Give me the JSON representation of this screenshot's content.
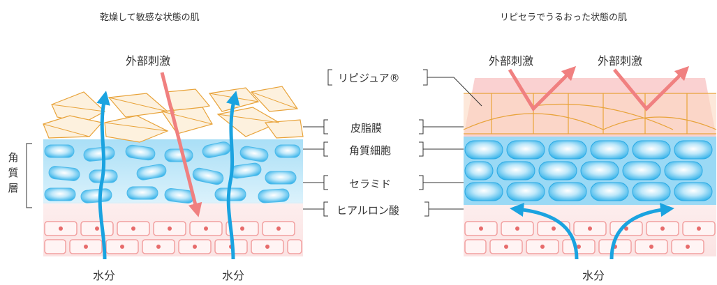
{
  "left_panel": {
    "title": "乾燥して敏感な状態の肌",
    "external_label": "外部刺激",
    "water_labels": [
      "水分",
      "水分"
    ],
    "side_label": "角質層"
  },
  "right_panel": {
    "title": "リピセラでうるおった状態の肌",
    "external_labels": [
      "外部刺激",
      "外部刺激"
    ],
    "water_label": "水分"
  },
  "center_labels": {
    "lipidure": "リピジュア®",
    "sebum": "皮脂膜",
    "keratinocyte": "角質細胞",
    "ceramide": "セラミド",
    "hyaluronic": "ヒアルロン酸"
  },
  "colors": {
    "water_arrow": "#1aa3e0",
    "stimulus_arrow": "#f08080",
    "sebum_line": "#e8a33a",
    "cell_blue": "#7fd0f3",
    "cell_pink": "#f7a4a4",
    "film_pink": "#f9cccc"
  }
}
